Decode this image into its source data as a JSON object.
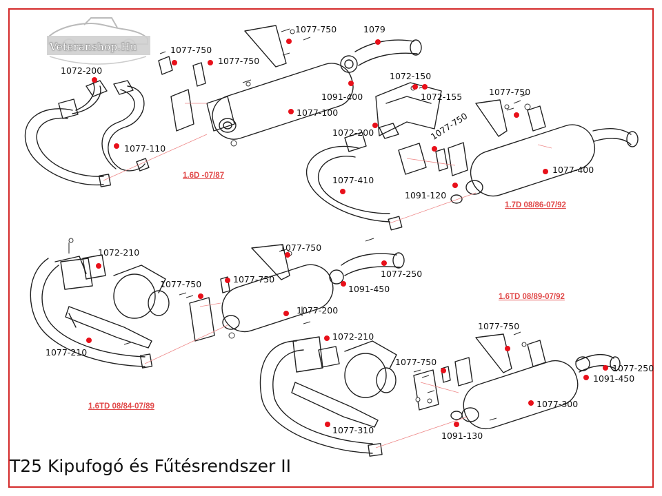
{
  "title": "T25 Kipufogó és Fűtésrendszer II",
  "logo": {
    "text": "Veteranshop.Hu"
  },
  "colors": {
    "accent": "#e8101a",
    "frame": "#d42a2a",
    "section_label": "#e14a4a"
  },
  "sections": {
    "s1": "1.6D -07/87",
    "s2": "1.7D 08/86-07/92",
    "s3": "1.6TD 08/89-07/92",
    "s4": "1.6TD 08/84-07/89"
  },
  "parts": {
    "p01": "1077-750",
    "p02": "1079",
    "p03": "1077-750",
    "p04": "1077-750",
    "p05": "1072-200",
    "p06": "1072-150",
    "p07": "1091-400",
    "p08": "1072-155",
    "p09": "1077-750",
    "p10": "1077-100",
    "p11": "1072-200",
    "p12": "1077-750",
    "p13": "1077-110",
    "p14": "1077-400",
    "p15": "1077-410",
    "p16": "1091-120",
    "p17": "1077-750",
    "p18": "1072-210",
    "p19": "1077-750",
    "p20": "1077-750",
    "p21": "1077-250",
    "p22": "1091-450",
    "p23": "1077-200",
    "p24": "1077-750",
    "p25": "1072-210",
    "p26": "1077-210",
    "p27": "1077-750",
    "p28": "1077-250",
    "p29": "1091-450",
    "p30": "1077-300",
    "p31": "1077-310",
    "p32": "1091-130"
  }
}
